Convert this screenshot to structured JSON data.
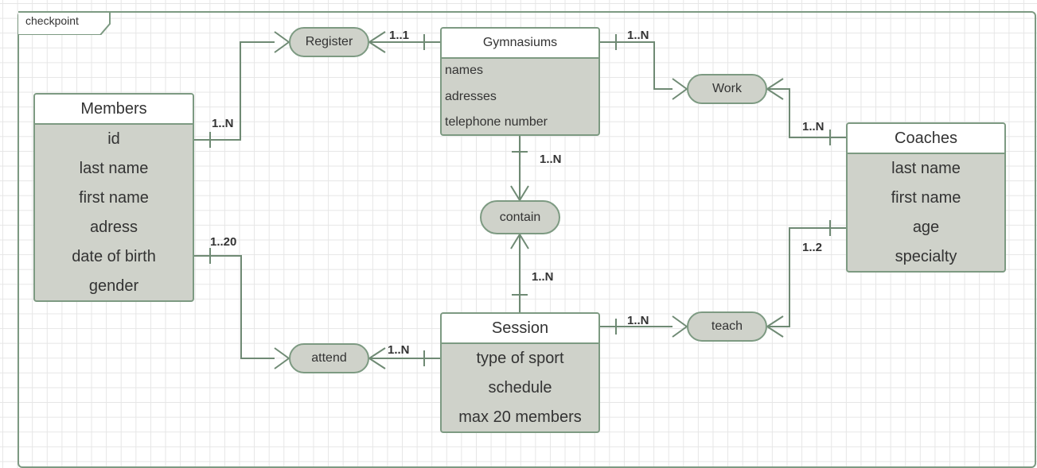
{
  "frame": {
    "label": "checkpoint"
  },
  "entities": {
    "members": {
      "title": "Members",
      "attributes": [
        "id",
        "last name",
        "first name",
        "adress",
        "date of birth",
        "gender"
      ]
    },
    "gymnasiums": {
      "title": "Gymnasiums",
      "attributes": [
        "names",
        "adresses",
        "telephone number"
      ]
    },
    "coaches": {
      "title": "Coaches",
      "attributes": [
        "last name",
        "first name",
        "age",
        "specialty"
      ]
    },
    "session": {
      "title": "Session",
      "attributes": [
        "type of sport",
        "schedule",
        "max 20 members"
      ]
    }
  },
  "relationships": {
    "register": "Register",
    "work": "Work",
    "contain": "contain",
    "attend": "attend",
    "teach": "teach"
  },
  "cardinalities": {
    "members_register": "1..N",
    "register_gymnasiums": "1..1",
    "gymnasiums_work": "1..N",
    "work_coaches": "1..N",
    "gymnasiums_contain": "1..N",
    "contain_session": "1..N",
    "members_attend": "1..20",
    "attend_session": "1..N",
    "session_teach": "1..N",
    "teach_coaches": "1..2"
  },
  "colors": {
    "line": "#6f8a74",
    "border": "#7d9a82",
    "fill": "#cfd2ca"
  }
}
